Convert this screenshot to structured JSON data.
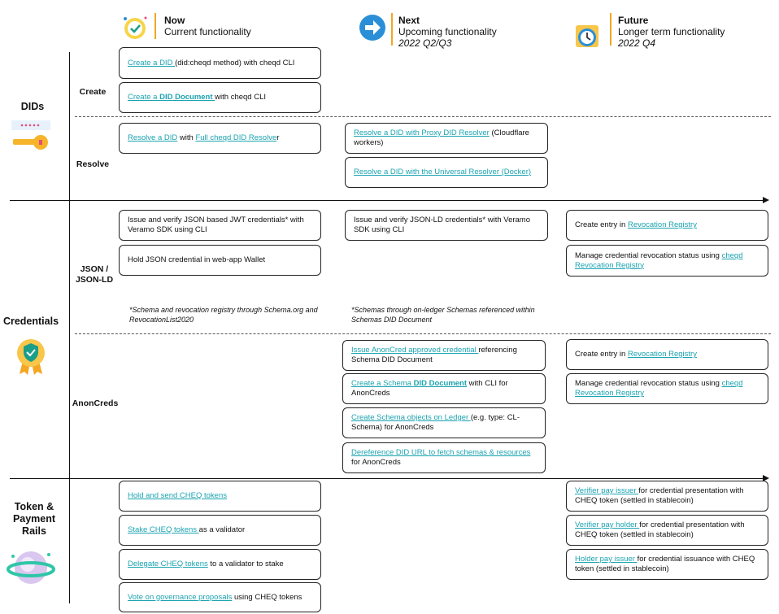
{
  "columns": {
    "now": {
      "title": "Now",
      "subtitle": "Current functionality",
      "extra": ""
    },
    "next": {
      "title": "Next",
      "subtitle": "Upcoming functionality",
      "extra": "2022 Q2/Q3"
    },
    "future": {
      "title": "Future",
      "subtitle": "Longer term functionality",
      "extra": "2022 Q4"
    }
  },
  "categories": {
    "dids": "DIDs",
    "credentials": "Credentials",
    "token": "Token & Payment Rails"
  },
  "subcategories": {
    "create": "Create",
    "resolve": "Resolve",
    "json": "JSON / JSON-LD",
    "anoncreds": "AnonCreds"
  },
  "notes": {
    "now": "*Schema and revocation registry through Schema.org and RevocationList2020",
    "next": "*Schemas through on-ledger Schemas referenced within Schemas DID Document"
  },
  "boxes": {
    "b1": {
      "l1": "Create a DID ",
      "t1": "(did:cheqd method) with cheqd CLI"
    },
    "b2": {
      "l1": "Create a ",
      "l2": "DID Document ",
      "t1": "with cheqd CLI"
    },
    "b3": {
      "l1": "Resolve a DID",
      "t1": " with ",
      "l2": "Full cheqd DID Resolve",
      "t2": "r"
    },
    "b4": {
      "l1": "Resolve a DID with Proxy DID Resolver",
      "t1": " (Cloudflare workers)"
    },
    "b5": {
      "l1": "Resolve a DID with the Universal Resolver (Docker)"
    },
    "b6": {
      "t1": "Issue and verify JSON based JWT credentials* with Veramo SDK using CLI"
    },
    "b7": {
      "t1": "Hold JSON credential in web-app Wallet"
    },
    "b8": {
      "t1": "Issue and verify JSON-LD credentials* with Veramo SDK using CLI"
    },
    "b9": {
      "t1": "Create entry in ",
      "l1": "Revocation Registry"
    },
    "b10": {
      "t1": "Manage credential revocation status using ",
      "l1": "cheqd Revocation Registry"
    },
    "b11": {
      "l1": "Issue AnonCred approved credential ",
      "t1": "referencing Schema DID Document"
    },
    "b12": {
      "l1": "Create a Schema ",
      "l2": "DID Document",
      "t1": " with CLI for AnonCreds"
    },
    "b13": {
      "l1": "Create Schema objects on Ledger ",
      "t1": "(e.g. type: CL-Schema) for AnonCreds"
    },
    "b14": {
      "l1": "Dereference DID URL to fetch schemas & resources",
      "t1": " for AnonCreds"
    },
    "b15": {
      "t1": "Create entry in ",
      "l1": "Revocation Registry"
    },
    "b16": {
      "t1": "Manage credential revocation status using ",
      "l1": "cheqd Revocation Registry"
    },
    "b17": {
      "l1": "Hold and send CHEQ tokens"
    },
    "b18": {
      "l1": "Stake CHEQ tokens ",
      "t1": "as a validator"
    },
    "b19": {
      "l1": "Delegate CHEQ tokens",
      "t1": " to a validator to stake"
    },
    "b20": {
      "l1": "Vote on governance proposals",
      "t1": " using CHEQ tokens"
    },
    "b21": {
      "l1": "Verifier pay issuer ",
      "t1": "for credential presentation with CHEQ token (settled in stablecoin)"
    },
    "b22": {
      "l1": "Verifier pay holder ",
      "t1": "for credential presentation with CHEQ token (settled in stablecoin)"
    },
    "b23": {
      "l1": "Holder pay issuer ",
      "t1": "for credential issuance with CHEQ token (settled in stablecoin)"
    }
  },
  "colors": {
    "link": "#1aa3b0",
    "border": "#222222",
    "accent_orange": "#f5a623",
    "accent_blue": "#2a8fd6"
  },
  "icons": {
    "now": "checkmark-badge-icon",
    "next": "arrow-right-circle-icon",
    "future": "clock-calendar-icon",
    "dids": "key-icon",
    "credentials": "shield-medal-icon",
    "token": "token-orbit-icon"
  }
}
